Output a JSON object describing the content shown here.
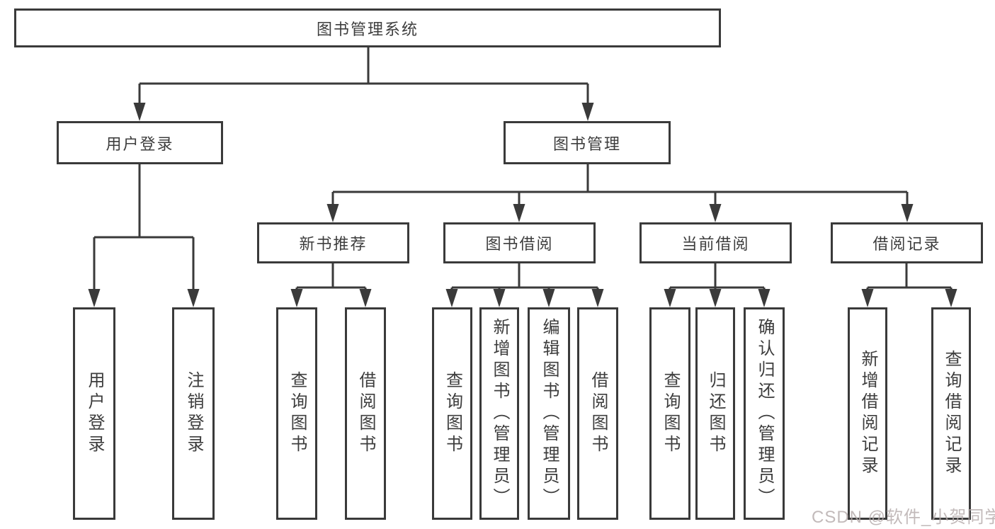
{
  "diagram": {
    "root": {
      "label": "图书管理系统"
    },
    "level2": {
      "user_login": {
        "label": "用户登录"
      },
      "book_mgmt": {
        "label": "图书管理"
      }
    },
    "level3": {
      "new_book_rec": {
        "label": "新书推荐"
      },
      "book_borrow": {
        "label": "图书借阅"
      },
      "current_borrow": {
        "label": "当前借阅"
      },
      "borrow_records": {
        "label": "借阅记录"
      }
    },
    "leaves": {
      "user_login_leaf": {
        "label": "用户登录"
      },
      "logout_leaf": {
        "label": "注销登录"
      },
      "query_book_1": {
        "label": "查询图书"
      },
      "borrow_book_1": {
        "label": "借阅图书"
      },
      "query_book_2": {
        "label": "查询图书"
      },
      "add_book": {
        "label": "新增图书（管理员）"
      },
      "edit_book": {
        "label": "编辑图书（管理员）"
      },
      "borrow_book_2": {
        "label": "借阅图书"
      },
      "query_book_3": {
        "label": "查询图书"
      },
      "return_book": {
        "label": "归还图书"
      },
      "confirm_return": {
        "label": "确认归还（管理员）"
      },
      "add_borrow_record": {
        "label": "新增借阅记录"
      },
      "query_borrow_record": {
        "label": "查询借阅记录"
      }
    },
    "watermark": "CSDN @软件_小贺同学",
    "colors": {
      "line": "#3a3a3a",
      "text": "#3d3d3d",
      "watermark": "#b3a9a9",
      "background": "#ffffff"
    }
  }
}
